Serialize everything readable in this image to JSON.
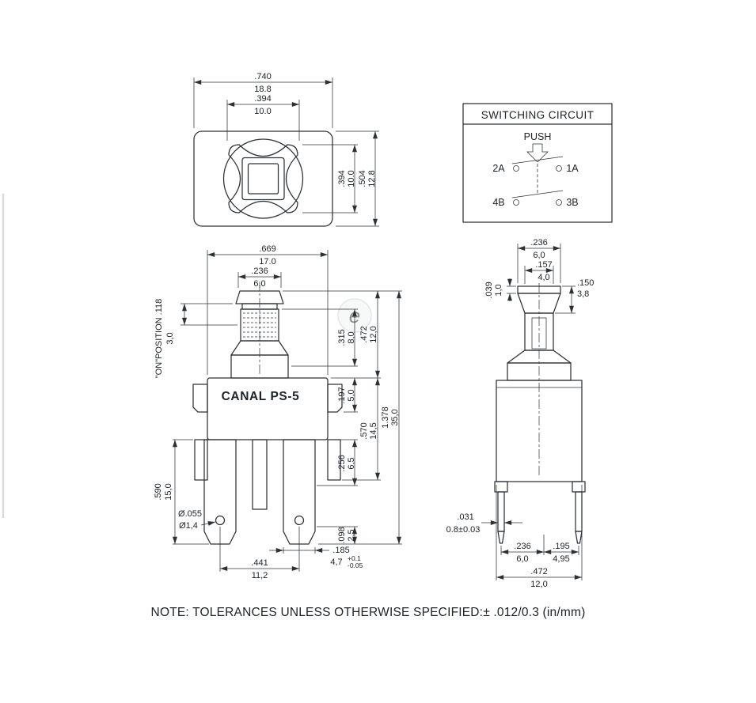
{
  "page": {
    "note": "NOTE: TOLERANCES UNLESS OTHERWISE SPECIFIED:± .012/0.3 (in/mm)",
    "watermark_letter": "e"
  },
  "top_view": {
    "width_outer": {
      "in": ".740",
      "mm": "18.8"
    },
    "width_button": {
      "in": ".394",
      "mm": "10.0"
    },
    "height_button": {
      "in": ".394",
      "mm": "10.0"
    },
    "height_outer": {
      "in": ".504",
      "mm": "12.8"
    }
  },
  "circuit": {
    "title": "SWITCHING CIRCUIT",
    "push": "PUSH",
    "t2a": "2A",
    "t1a": "1A",
    "t4b": "4B",
    "t3b": "3B"
  },
  "front_view": {
    "product_label": "CANAL PS-5",
    "body_width": {
      "in": ".669",
      "mm": "17.0"
    },
    "button_width": {
      "in": ".236",
      "mm": "6,0"
    },
    "on_position": {
      "in": "\"ON\"POSITION .118",
      "mm": "3,0"
    },
    "plunger_height": {
      "in": ".315",
      "mm": "8,0"
    },
    "top_height": {
      "in": ".472",
      "mm": "12,0"
    },
    "flange_height": {
      "in": ".197",
      "mm": "5,0"
    },
    "body_height": {
      "in": ".570",
      "mm": "14,5"
    },
    "total_height": {
      "in": "1.378",
      "mm": "35,0"
    },
    "step_height": {
      "in": ".256",
      "mm": "6,5"
    },
    "terminal_height": {
      "in": ".590",
      "mm": "15,0"
    },
    "hole_dia": {
      "in": "Ø.055",
      "mm": "Ø1,4"
    },
    "tip_height": {
      "in": ".098",
      "mm": "2,5"
    },
    "terminal_width": {
      "in": ".185",
      "mm": "4,7",
      "tol_plus": "+0.1",
      "tol_minus": "-0.05"
    },
    "terminal_pitch": {
      "in": ".441",
      "mm": "11,2"
    }
  },
  "side_view": {
    "button_width": {
      "in": ".236",
      "mm": "6,0"
    },
    "shaft_width": {
      "in": ".157",
      "mm": "4,0"
    },
    "lip_height": {
      "in": ".039",
      "mm": "1,0"
    },
    "button_height": {
      "in": ".150",
      "mm": "3,8"
    },
    "pin_thickness": {
      "in": ".031",
      "mm": "0.8±0.03"
    },
    "pin_span_left": {
      "in": ".236",
      "mm": "6,0"
    },
    "pin_span_right": {
      "in": ".195",
      "mm": "4,95"
    },
    "body_width": {
      "in": ".472",
      "mm": "12,0"
    }
  }
}
